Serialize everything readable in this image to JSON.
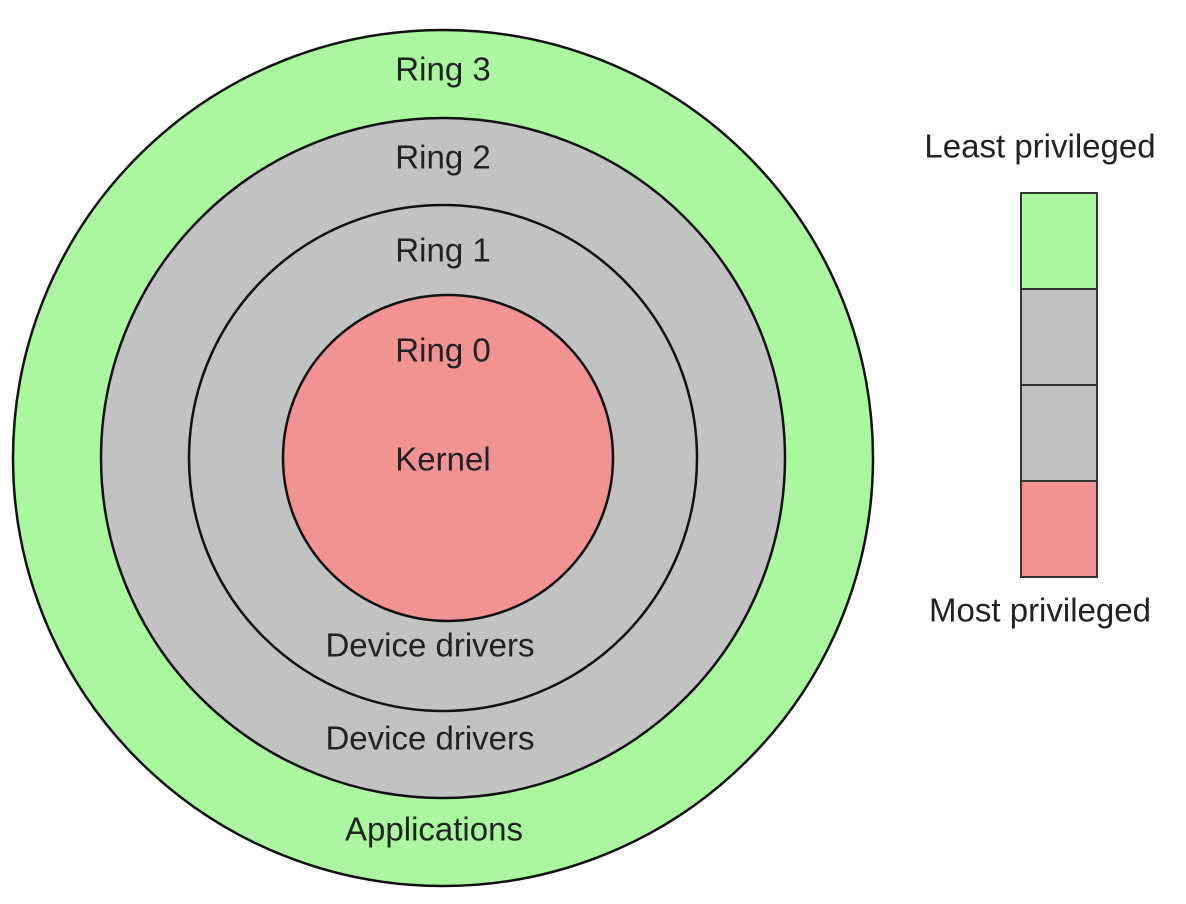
{
  "rings": [
    {
      "name": "Ring 3",
      "role": "Applications",
      "color": "#aaf7a0"
    },
    {
      "name": "Ring 2",
      "role": "Device drivers",
      "color": "#c2c2c2"
    },
    {
      "name": "Ring 1",
      "role": "Device drivers",
      "color": "#c2c2c2"
    },
    {
      "name": "Ring 0",
      "role": "Kernel",
      "color": "#f19393"
    }
  ],
  "legend": {
    "top_label": "Least privileged",
    "bottom_label": "Most privileged",
    "cells": [
      {
        "color": "#aaf7a0"
      },
      {
        "color": "#c2c2c2"
      },
      {
        "color": "#c2c2c2"
      },
      {
        "color": "#f19393"
      }
    ]
  }
}
